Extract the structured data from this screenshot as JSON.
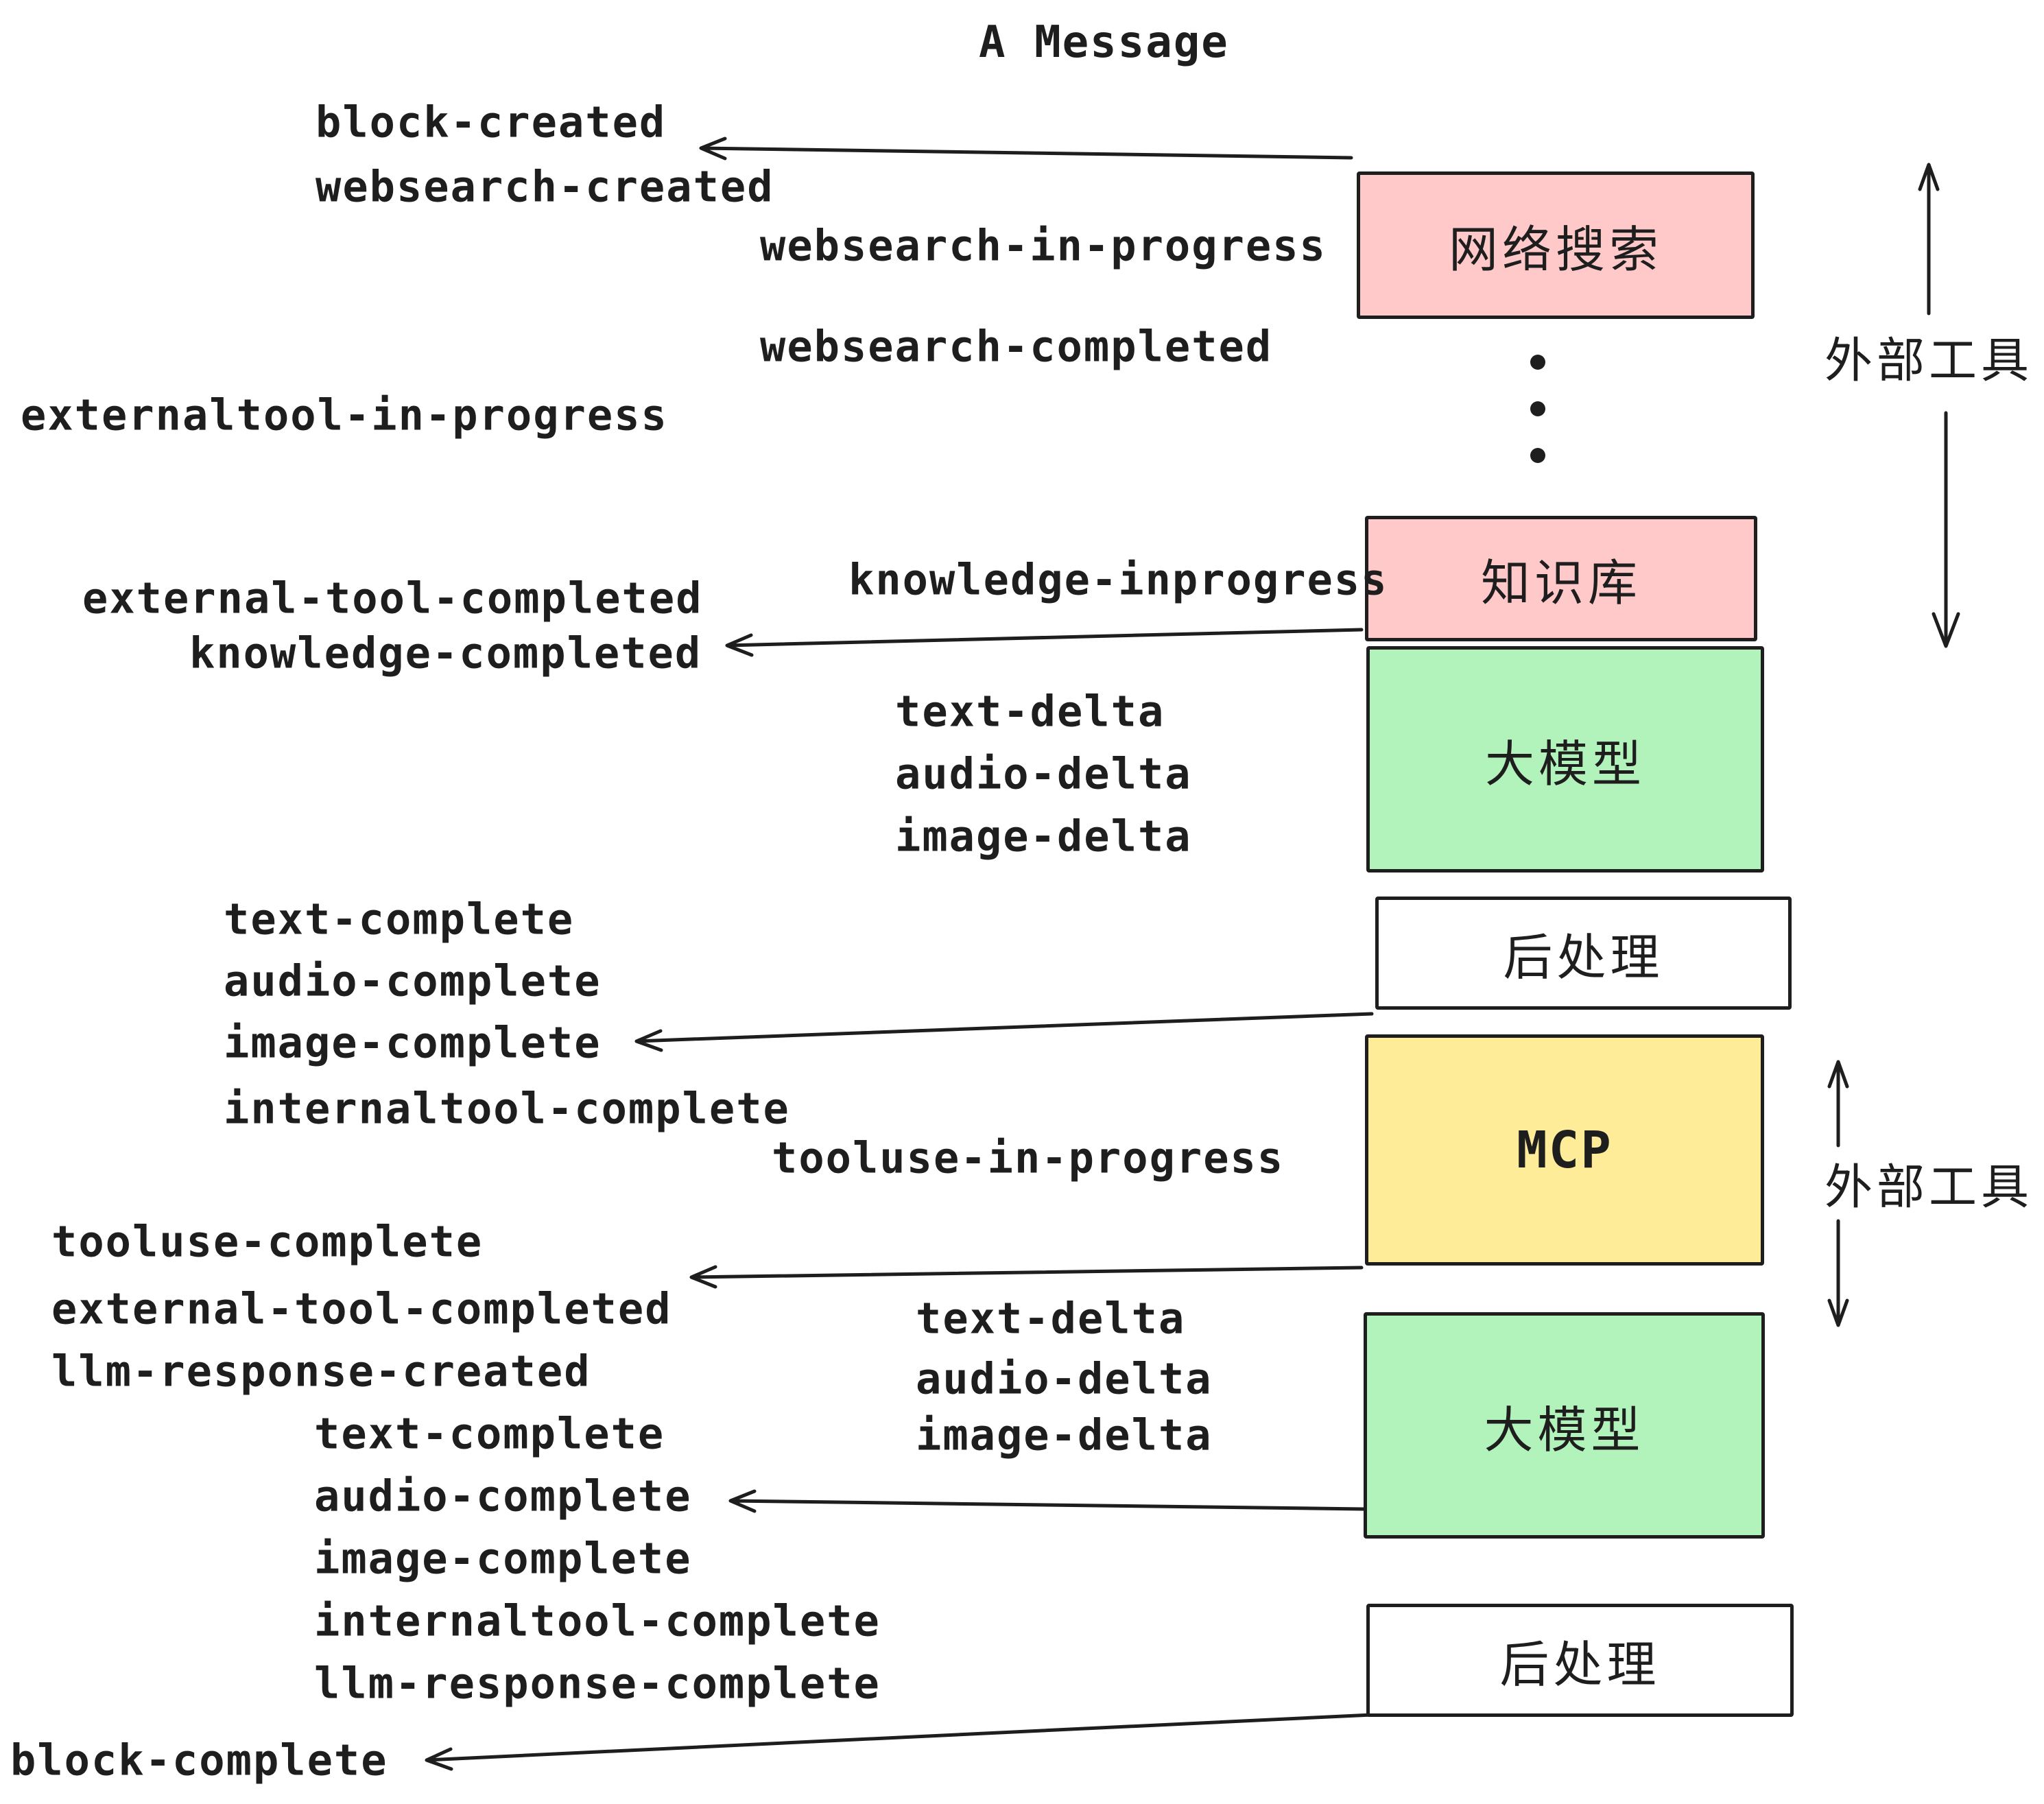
{
  "title": "A Message",
  "boxes": [
    {
      "id": "websearch",
      "label": "网络搜索",
      "color": "#ffc9c9"
    },
    {
      "id": "knowledge",
      "label": "知识库",
      "color": "#ffc9c9"
    },
    {
      "id": "llm-1",
      "label": "大模型",
      "color": "#b2f2bb"
    },
    {
      "id": "postprocess-1",
      "label": "后处理",
      "color": "#ffffff"
    },
    {
      "id": "mcp",
      "label": "MCP",
      "color": "#ffec99"
    },
    {
      "id": "llm-2",
      "label": "大模型",
      "color": "#b2f2bb"
    },
    {
      "id": "postprocess-2",
      "label": "后处理",
      "color": "#ffffff"
    }
  ],
  "side_annotations": [
    {
      "label": "外部工具"
    },
    {
      "label": "外部工具"
    }
  ],
  "events": [
    {
      "text": "block-created"
    },
    {
      "text": "websearch-created"
    },
    {
      "text": "websearch-in-progress"
    },
    {
      "text": "websearch-completed"
    },
    {
      "text": "externaltool-in-progress"
    },
    {
      "text": "knowledge-inprogress"
    },
    {
      "text": "external-tool-completed"
    },
    {
      "text": "knowledge-completed"
    },
    {
      "text": "text-delta"
    },
    {
      "text": "audio-delta"
    },
    {
      "text": "image-delta"
    },
    {
      "text": "text-complete"
    },
    {
      "text": "audio-complete"
    },
    {
      "text": "image-complete"
    },
    {
      "text": "internaltool-complete"
    },
    {
      "text": "tooluse-in-progress"
    },
    {
      "text": "tooluse-complete"
    },
    {
      "text": "external-tool-completed"
    },
    {
      "text": "llm-response-created"
    },
    {
      "text": "text-complete"
    },
    {
      "text": "audio-complete"
    },
    {
      "text": "image-complete"
    },
    {
      "text": "internaltool-complete"
    },
    {
      "text": "llm-response-complete"
    },
    {
      "text": "text-delta"
    },
    {
      "text": "audio-delta"
    },
    {
      "text": "image-delta"
    },
    {
      "text": "block-complete"
    }
  ],
  "colors": {
    "pink": "#ffc9c9",
    "green": "#b2f2bb",
    "yellow": "#ffec99",
    "white": "#ffffff",
    "stroke": "#1e1e1e"
  }
}
